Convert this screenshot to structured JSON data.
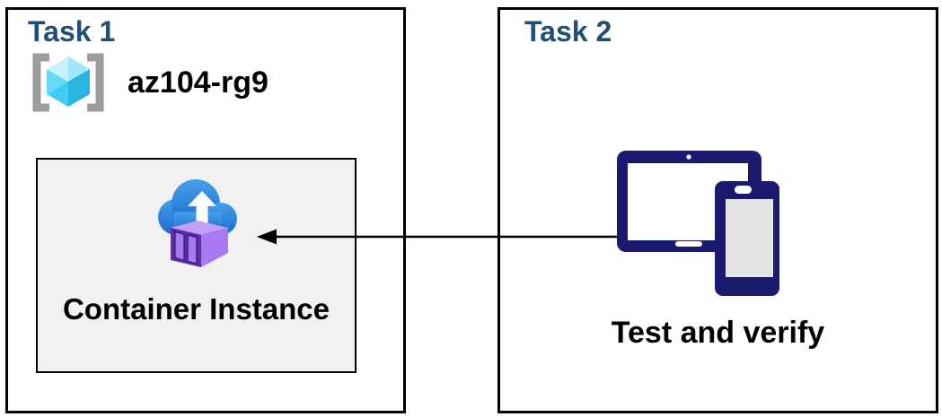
{
  "task1": {
    "title": "Task 1",
    "resource_group": {
      "icon": "resource-group-icon",
      "name": "az104-rg9"
    },
    "container": {
      "icon": "container-instance-icon",
      "label": "Container Instance"
    }
  },
  "task2": {
    "title": "Task 2",
    "devices_icon": "tablet-and-phone-icon",
    "caption": "Test and verify"
  },
  "arrow": {
    "from": "task2-devices",
    "to": "task1-container-instance",
    "direction": "right-to-left"
  },
  "colors": {
    "task_title_blue": "#1f4e79",
    "text_black": "#000000",
    "box_border": "#000000",
    "container_panel_fill": "#f1f1f1",
    "device_navy": "#1a1a6e",
    "phone_screen_gray": "#e4e4e6",
    "cloud_blue_top": "#459fe8",
    "cloud_blue_bottom": "#1b6bd0",
    "container_front_purple": "#5b2f9e",
    "container_door_purple": "#a678ee",
    "container_side_purple": "#a978f2",
    "container_top_purple": "#c2a0f7",
    "rg_bracket_gray": "#9c9c9c",
    "rg_cube_cyan_light": "#c9f2fc",
    "rg_cube_cyan_mid": "#3ecdf3",
    "rg_cube_cyan_dark": "#28b5de"
  }
}
